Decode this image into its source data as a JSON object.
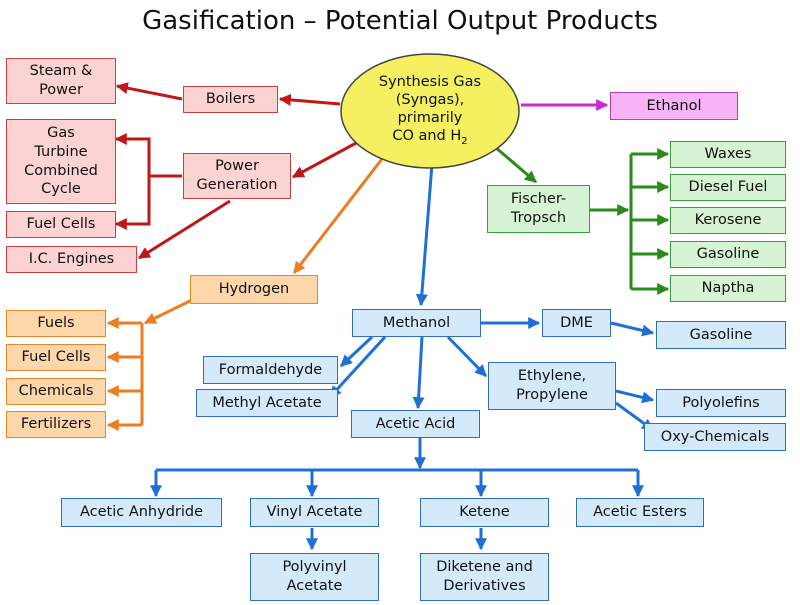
{
  "title": "Gasification – Potential Output Products",
  "center": {
    "line1": "Synthesis Gas",
    "line2": "(Syngas),",
    "line3": "primarily",
    "line4_prefix": "CO and H",
    "line4_sub": "2"
  },
  "nodes": {
    "steam_power": "Steam &\nPower",
    "boilers": "Boilers",
    "gas_turbine": "Gas\nTurbine\nCombined\nCycle",
    "power_generation": "Power\nGeneration",
    "fuel_cells_red": "Fuel Cells",
    "ic_engines": "I.C. Engines",
    "hydrogen": "Hydrogen",
    "fuels": "Fuels",
    "fuel_cells_orange": "Fuel Cells",
    "chemicals": "Chemicals",
    "fertilizers": "Fertilizers",
    "ethanol": "Ethanol",
    "fischer_tropsch": "Fischer-\nTropsch",
    "waxes": "Waxes",
    "diesel_fuel": "Diesel Fuel",
    "kerosene": "Kerosene",
    "gasoline_green": "Gasoline",
    "naptha": "Naptha",
    "methanol": "Methanol",
    "dme": "DME",
    "gasoline_blue": "Gasoline",
    "formaldehyde": "Formaldehyde",
    "methyl_acetate": "Methyl Acetate",
    "ethylene_propylene": "Ethylene,\nPropylene",
    "polyolefins": "Polyolefins",
    "oxy_chemicals": "Oxy-Chemicals",
    "acetic_acid": "Acetic Acid",
    "acetic_anhydride": "Acetic Anhydride",
    "vinyl_acetate": "Vinyl Acetate",
    "ketene": "Ketene",
    "acetic_esters": "Acetic Esters",
    "polyvinyl_acetate": "Polyvinyl\nAcetate",
    "diketene": "Diketene and\nDerivatives"
  },
  "colors": {
    "red": "#c01818",
    "orange": "#ec7d22",
    "green": "#2a8a1a",
    "blue": "#1e6fd6",
    "magenta": "#cc2acc",
    "syngas_fill": "#f4f060"
  }
}
